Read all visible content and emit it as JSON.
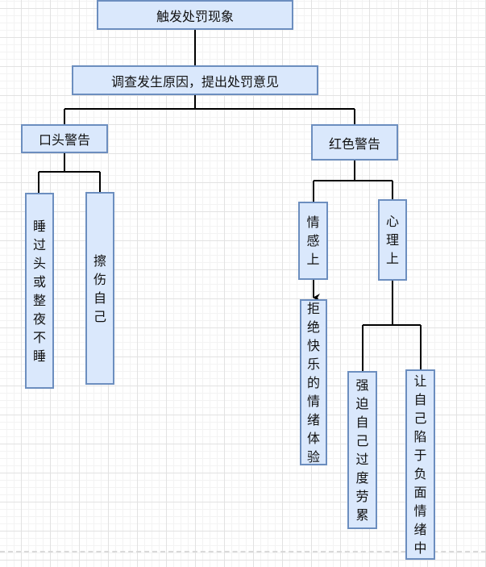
{
  "diagram": {
    "root": "触发处罚现象",
    "step": "调查发生原因，提出处罚意见",
    "branches": {
      "verbal": {
        "label": "口头警告",
        "children": [
          "睡过头或整夜不睡",
          "擦伤自己"
        ]
      },
      "red": {
        "label": "红色警告",
        "emotional": {
          "label": "情感上",
          "child": "拒绝快乐的情绪体验"
        },
        "psychological": {
          "label": "心理上",
          "children": [
            "强迫自己过度劳累",
            "让自己陷于负面情绪中"
          ]
        }
      }
    },
    "colors": {
      "node_fill": "#dae8fc",
      "node_stroke": "#6c8ebf",
      "edge": "#000000"
    }
  }
}
